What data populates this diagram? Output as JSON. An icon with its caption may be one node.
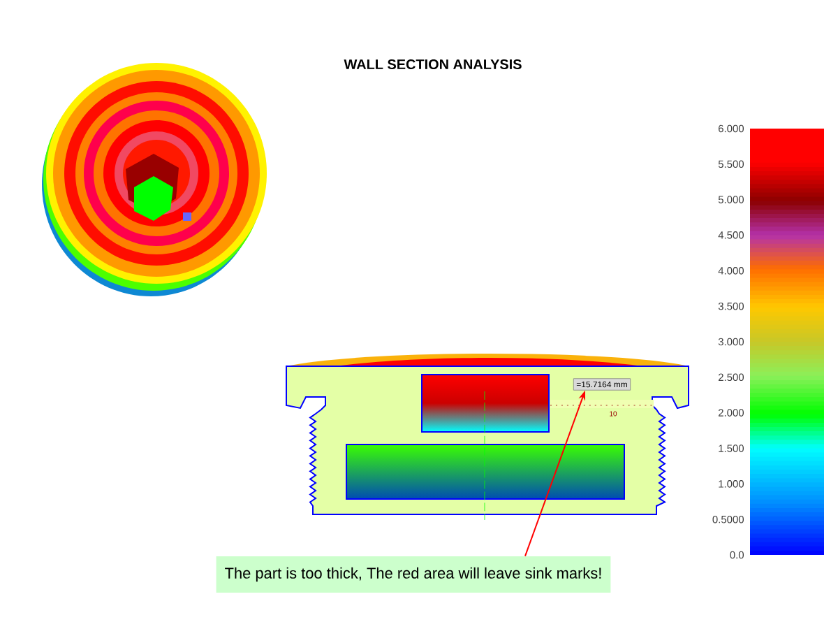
{
  "diagram": {
    "title": "WALL SECTION ANALYSIS",
    "nodes": [
      {
        "text": [
          "The part is too thick, The red area will leave sink marks!"
        ]
      },
      {
        "text": [
          "=15.7164 mm"
        ]
      }
    ],
    "edges": [
      {
        "from": 0,
        "to": 1,
        "arrow": "to",
        "color": "#ff0000"
      }
    ],
    "labels": [
      "10",
      "6.000",
      "5.500",
      "5.000",
      "4.500",
      "4.000",
      "3.500",
      "3.000",
      "2.500",
      "2.000",
      "1.500",
      "1.000",
      "0.5000",
      "0.0"
    ]
  }
}
